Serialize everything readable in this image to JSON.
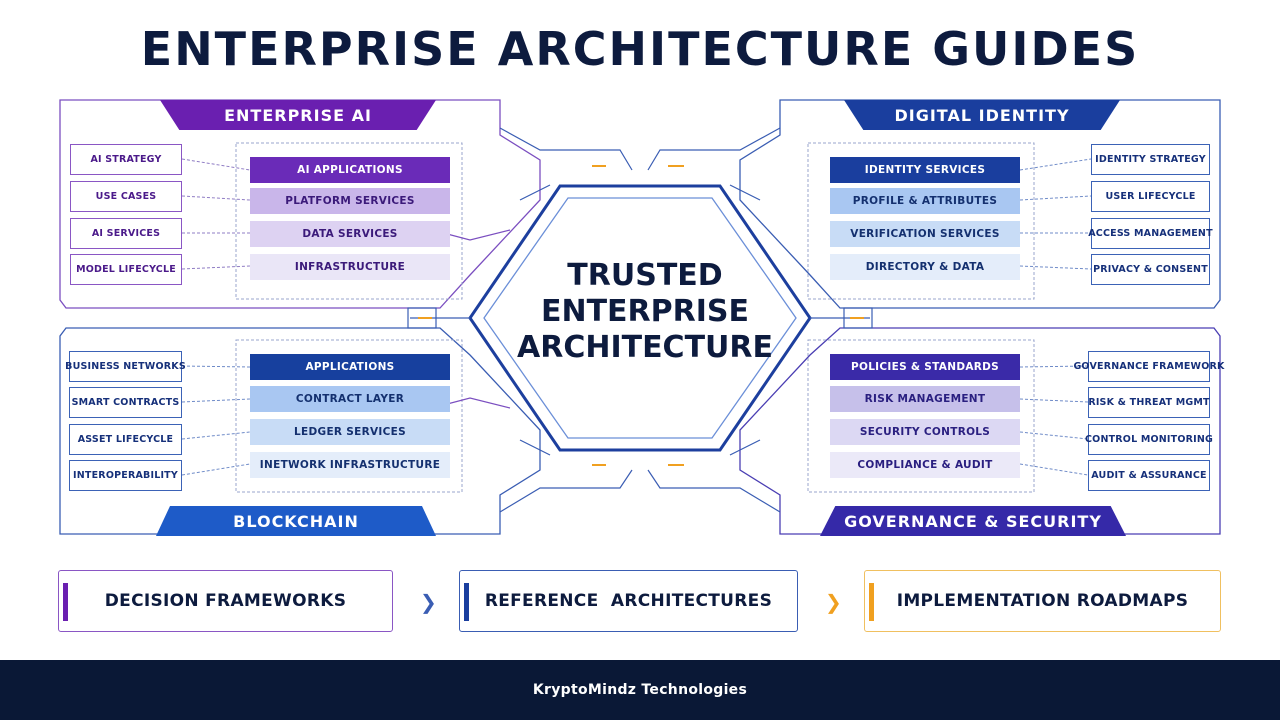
{
  "title": "ENTERPRISE ARCHITECTURE GUIDES",
  "center": {
    "line1": "TRUSTED",
    "line2": "ENTERPRISE",
    "line3": "ARCHITECTURE"
  },
  "colors": {
    "navy": "#0d1b3e",
    "purple": "#6a1fb0",
    "blue": "#1a3e9e",
    "bright_blue": "#1e5bc8",
    "indigo": "#3529a8",
    "orange": "#f0a020",
    "footer_bg": "#0a1836"
  },
  "quadrants": {
    "enterprise_ai": {
      "title": "ENTERPRISE AI",
      "side": [
        "AI STRATEGY",
        "USE CASES",
        "AI SERVICES",
        "MODEL LIFECYCLE"
      ],
      "layers": [
        "AI APPLICATIONS",
        "PLATFORM SERVICES",
        "DATA SERVICES",
        "INFRASTRUCTURE"
      ]
    },
    "digital_identity": {
      "title": "DIGITAL IDENTITY",
      "side": [
        "IDENTITY STRATEGY",
        "USER LIFECYCLE",
        "ACCESS MANAGEMENT",
        "PRIVACY & CONSENT"
      ],
      "layers": [
        "IDENTITY SERVICES",
        "PROFILE & ATTRIBUTES",
        "VERIFICATION SERVICES",
        "DIRECTORY & DATA"
      ]
    },
    "blockchain": {
      "title": "BLOCKCHAIN",
      "side": [
        "BUSINESS NETWORKS",
        "SMART CONTRACTS",
        "ASSET LIFECYCLE",
        "INTEROPERABILITY"
      ],
      "layers": [
        "APPLICATIONS",
        "CONTRACT LAYER",
        "LEDGER SERVICES",
        "INETWORK INFRASTRUCTURE"
      ]
    },
    "governance_security": {
      "title": "GOVERNANCE & SECURITY",
      "side": [
        "GOVERNANCE FRAMEWORK",
        "RISK & THREAT MGMT",
        "CONTROL MONITORING",
        "AUDIT & ASSURANCE"
      ],
      "layers": [
        "POLICIES & STANDARDS",
        "RISK MANAGEMENT",
        "SECURITY CONTROLS",
        "COMPLIANCE & AUDIT"
      ]
    }
  },
  "flow": [
    "DECISION FRAMEWORKS",
    "REFERENCE  ARCHITECTURES",
    "IMPLEMENTATION ROADMAPS"
  ],
  "footer": "KryptoMindz Technologies"
}
